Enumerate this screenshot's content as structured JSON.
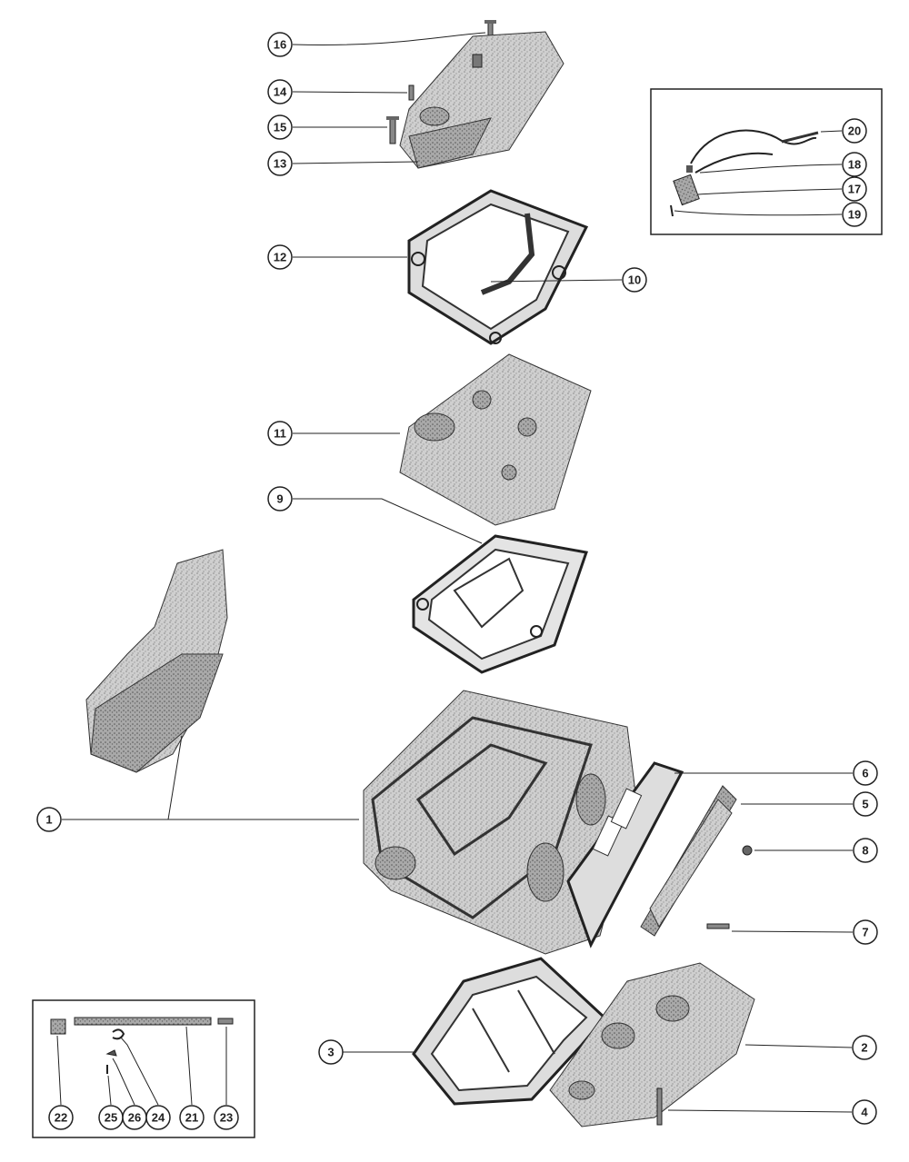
{
  "callouts": {
    "c1": "1",
    "c2": "2",
    "c3": "3",
    "c4": "4",
    "c5": "5",
    "c6": "6",
    "c7": "7",
    "c8": "8",
    "c9": "9",
    "c10": "10",
    "c11": "11",
    "c12": "12",
    "c13": "13",
    "c14": "14",
    "c15": "15",
    "c16": "16",
    "c17": "17",
    "c18": "18",
    "c19": "19",
    "c20": "20",
    "c21": "21",
    "c22": "22",
    "c23": "23",
    "c24": "24",
    "c25": "25",
    "c26": "26"
  },
  "colors": {
    "ink": "#222222",
    "part_fill": "#c9c9c9",
    "part_shade": "#9a9a9a",
    "background": "#ffffff"
  }
}
